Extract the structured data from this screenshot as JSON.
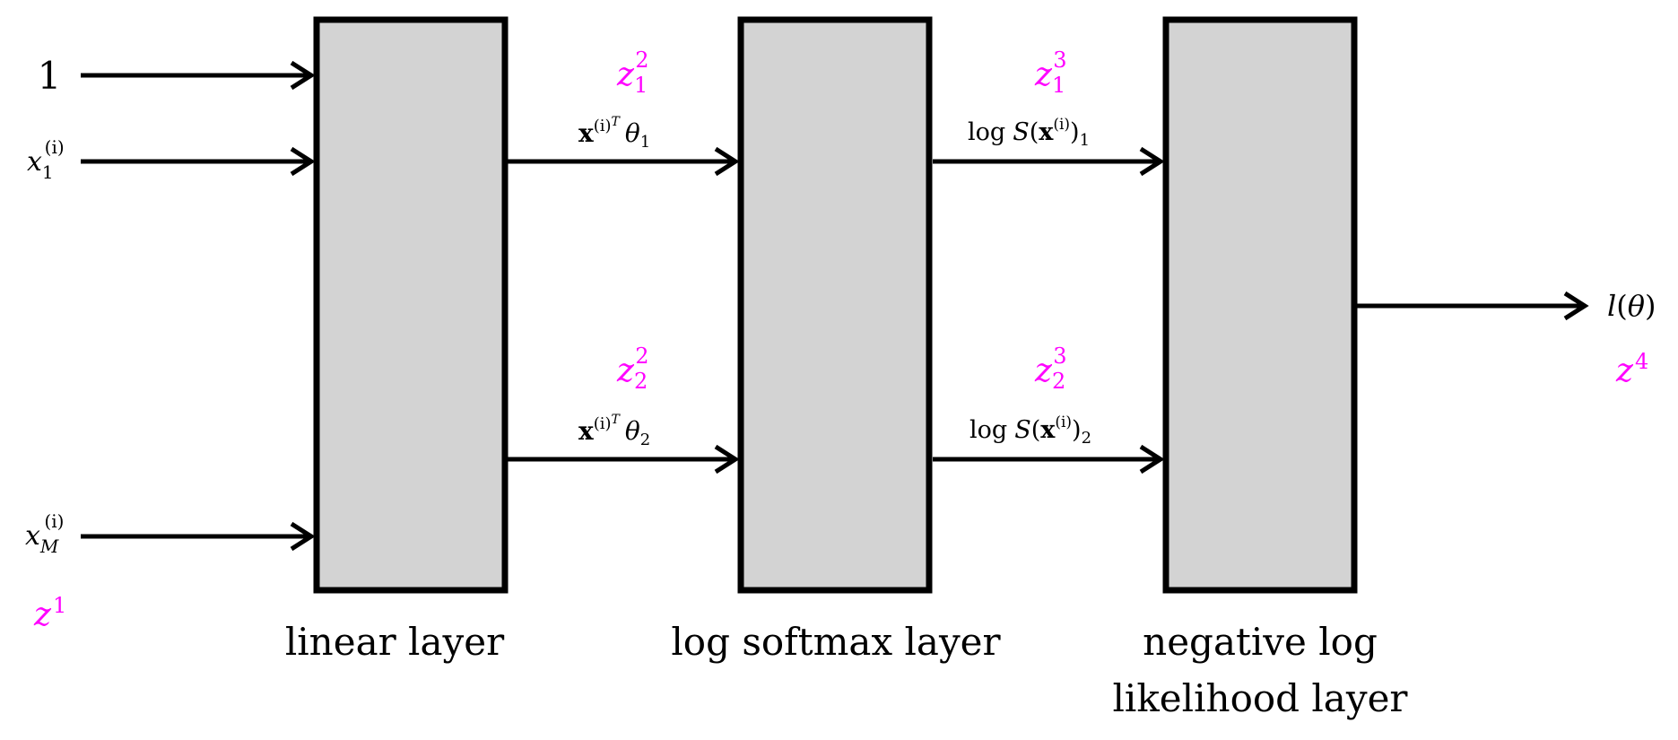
{
  "colors": {
    "stroke": "#000000",
    "box_fill": "#d3d3d3",
    "z_label": "#ff00ff"
  },
  "layers": [
    {
      "name_lines": [
        "linear layer"
      ]
    },
    {
      "name_lines": [
        "log softmax layer"
      ]
    },
    {
      "name_lines": [
        "negative log",
        "likelihood layer"
      ]
    }
  ],
  "inputs": {
    "one": "1",
    "x1": {
      "base": "x",
      "sub": "1",
      "sup": "(i)"
    },
    "xM": {
      "base": "x",
      "sub": "M",
      "sup": "(i)"
    },
    "z": {
      "base": "z",
      "sup": "1"
    }
  },
  "linear_outputs": [
    {
      "z_base": "z",
      "z_sub": "1",
      "z_sup": "2",
      "expr_x": "x",
      "expr_sup": "(i)",
      "expr_T": "T",
      "expr_theta": "θ",
      "expr_sub": "1"
    },
    {
      "z_base": "z",
      "z_sub": "2",
      "z_sup": "2",
      "expr_x": "x",
      "expr_sup": "(i)",
      "expr_T": "T",
      "expr_theta": "θ",
      "expr_sub": "2"
    }
  ],
  "softmax_outputs": [
    {
      "z_base": "z",
      "z_sub": "1",
      "z_sup": "3",
      "log": "log",
      "S": "S",
      "open": "(",
      "x": "x",
      "x_sup": "(i)",
      "close": ")",
      "sub": "1"
    },
    {
      "z_base": "z",
      "z_sub": "2",
      "z_sup": "3",
      "log": "log",
      "S": "S",
      "open": "(",
      "x": "x",
      "x_sup": "(i)",
      "close": ")",
      "sub": "2"
    }
  ],
  "output": {
    "l": "l",
    "open": "(",
    "theta": "θ",
    "close": ")",
    "z_base": "z",
    "z_sup": "4"
  }
}
